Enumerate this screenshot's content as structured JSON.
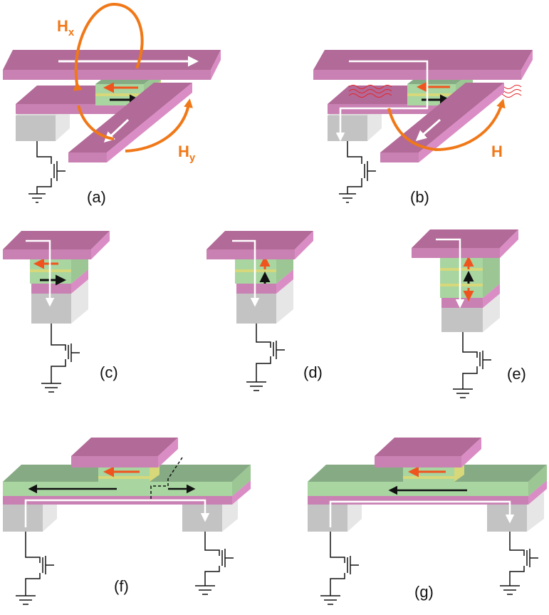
{
  "colors": {
    "magenta_top": "#b26a98",
    "magenta_side": "#c981b3",
    "magenta_stripe": "#d98dc4",
    "green_top": "#86ab84",
    "green_front": "#a8d5a0",
    "yellow": "#d6d87a",
    "gray_top": "#dcdcdc",
    "gray_front": "#c3c3c3",
    "gray_side": "#e6e6e6",
    "red_arrow": "#f0541e",
    "field_orange": "#f07818",
    "black_arrow": "#111111",
    "current_white": "#ffffff"
  },
  "labels": {
    "a": "(a)",
    "b": "(b)",
    "c": "(c)",
    "d": "(d)",
    "e": "(e)",
    "f": "(f)",
    "g": "(g)"
  },
  "fields": {
    "hx_main": "H",
    "hx_sub": "x",
    "hy_main": "H",
    "hy_sub": "y",
    "h": "H"
  }
}
